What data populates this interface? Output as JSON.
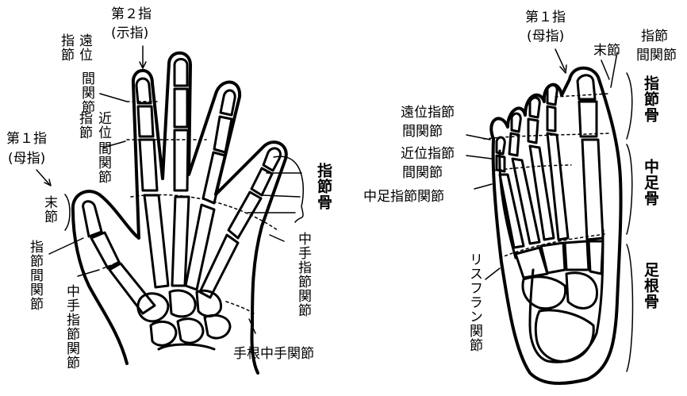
{
  "hand": {
    "finger1_title": "第１指",
    "finger1_sub": "(母指)",
    "finger2_title": "第２指",
    "finger2_sub": "(示指)",
    "dip_col1": "遠位",
    "dip_col2": "指節",
    "dip_col3": "間関節",
    "pip_col1": "近位",
    "pip_col2": "指節",
    "pip_col3": "間関節",
    "distal_phalanx": "末節",
    "thumb_ip": "指節間関節",
    "mcp_left": "中手指節関節",
    "phalanges": "指節骨",
    "mcp_right": "中手指節関節",
    "cmc": "手根中手関節"
  },
  "foot": {
    "big_toe_title": "第１指",
    "big_toe_sub": "(母指)",
    "distal_phalanx": "末節",
    "ip_joint_line1": "指節",
    "ip_joint_line2": "間関節",
    "phalanges": "指節骨",
    "dip_line1": "遠位指節",
    "dip_line2": "間関節",
    "pip_line1": "近位指節",
    "pip_line2": "間関節",
    "mtp": "中足指節関節",
    "metatarsals": "中足骨",
    "lisfranc": "リスフラン関節",
    "tarsals": "足根骨"
  }
}
